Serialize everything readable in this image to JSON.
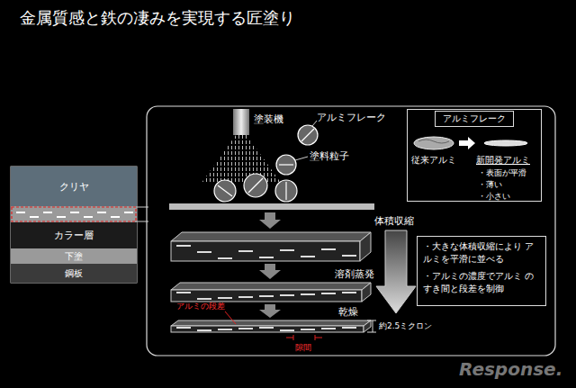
{
  "diagram": {
    "title": "金属質感と鉄の凄みを実現する匠塗り",
    "nodes": [
      {
        "text": [
          "クリヤ"
        ]
      },
      {
        "text": [
          "カラー層"
        ]
      },
      {
        "text": [
          "下塗"
        ]
      },
      {
        "text": [
          "鋼板"
        ]
      },
      {
        "text": [
          "アルミフレーク",
          "従来アルミ",
          "新開発アルミ",
          "・表面が平滑",
          "・薄い",
          "・小さい"
        ]
      },
      {
        "text": [
          "・大きな体積収縮により アルミを平滑に並べる",
          "・アルミの濃度でアルミ のすき間と段差を制御"
        ]
      }
    ],
    "labels": [
      "塗装機",
      "アルミフレーク",
      "塗料粒子",
      "体積収縮",
      "溶剤蒸発",
      "乾燥",
      "アルミの段差",
      "隙間",
      "約2.5ミクロン",
      "Response."
    ]
  }
}
